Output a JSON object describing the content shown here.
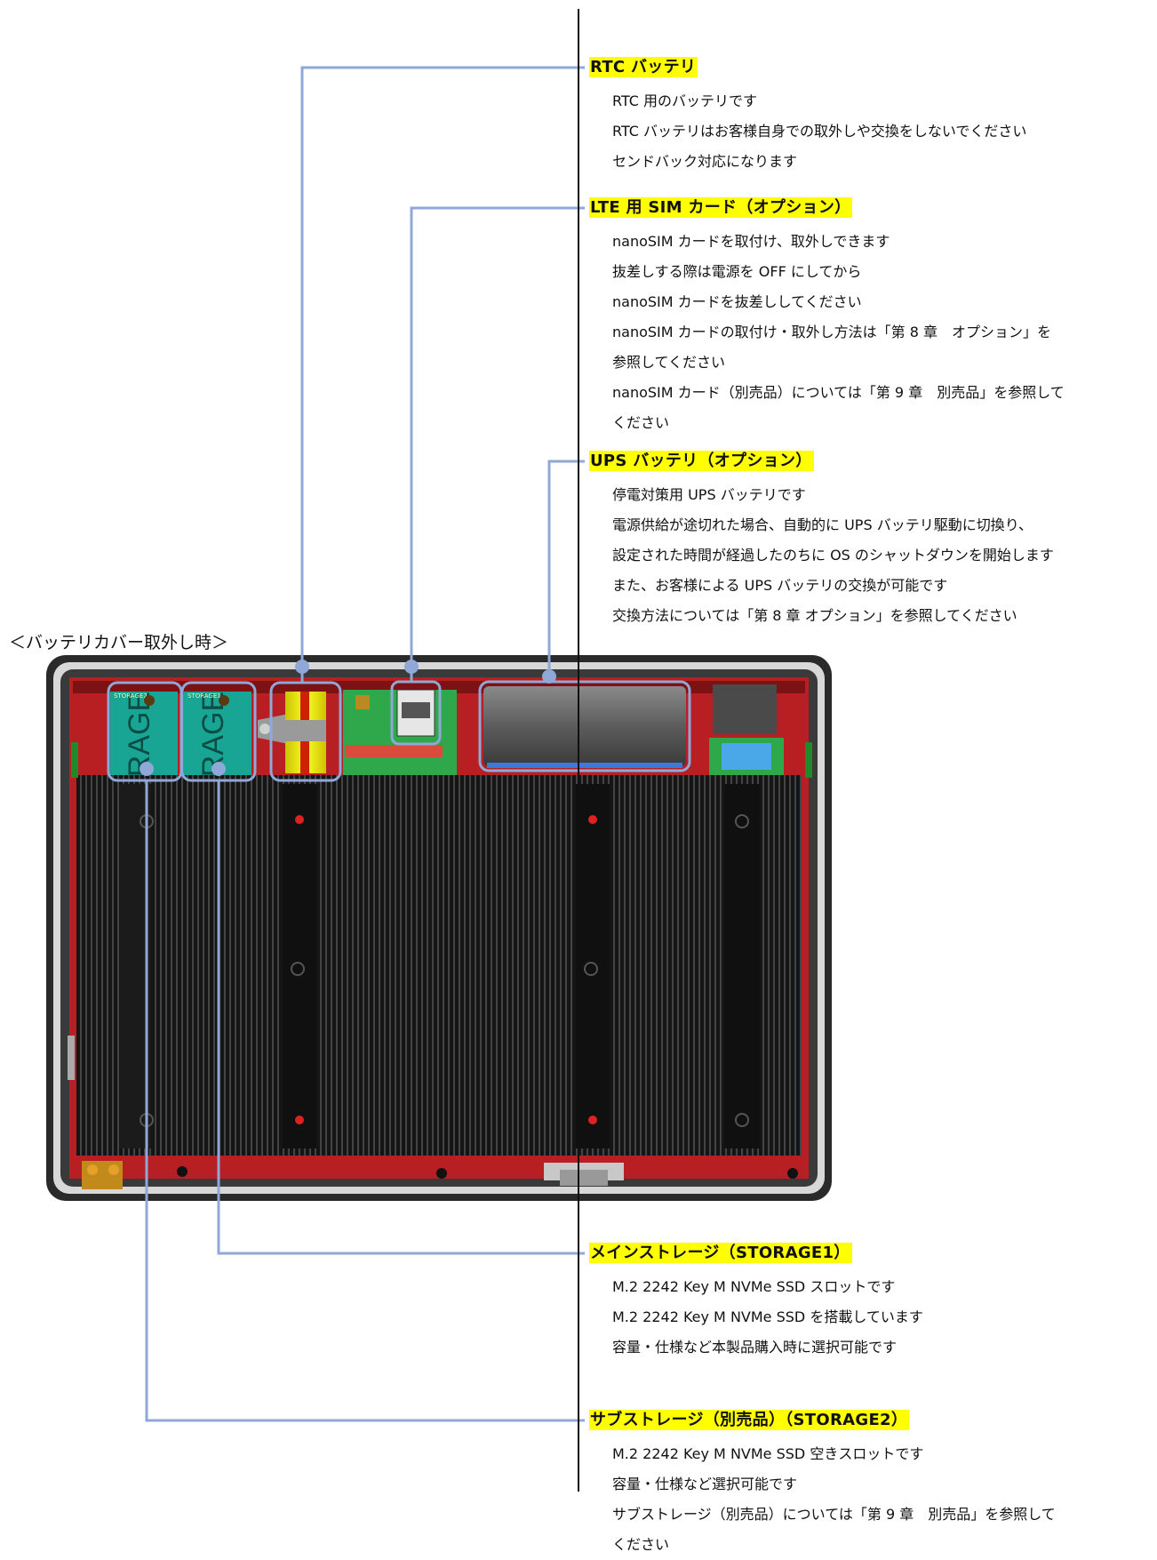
{
  "caption": "＜バッテリカバー取外し時＞",
  "sections": {
    "rtc": {
      "title": "RTC バッテリ",
      "lines": [
        "RTC 用のバッテリです",
        "RTC バッテリはお客様自身での取外しや交換をしないでください",
        "センドバック対応になります"
      ]
    },
    "sim": {
      "title": "LTE 用 SIM カード（オプション）",
      "lines": [
        "nanoSIM カードを取付け、取外しできます",
        "抜差しする際は電源を OFF にしてから",
        "nanoSIM カードを抜差ししてください",
        "nanoSIM カードの取付け・取外し方法は「第 8 章　オプション」を",
        "参照してください",
        "nanoSIM カード（別売品）については「第 9 章　別売品」を参照して",
        "ください"
      ]
    },
    "ups": {
      "title": "UPS バッテリ（オプション）",
      "lines": [
        "停電対策用 UPS バッテリです",
        "電源供給が途切れた場合、自動的に UPS バッテリ駆動に切換り、",
        "設定された時間が経過したのちに OS のシャットダウンを開始します",
        "また、お客様による UPS バッテリの交換が可能です",
        "交換方法については「第 8 章 オプション」を参照してください"
      ]
    },
    "storage1": {
      "title": "メインストレージ（STORAGE1）",
      "lines": [
        "M.2 2242 Key M NVMe SSD スロットです",
        "M.2 2242 Key M NVMe SSD を搭載しています",
        "容量・仕様など本製品購入時に選択可能です"
      ]
    },
    "storage2": {
      "title": "サブストレージ（別売品）（STORAGE2）",
      "lines": [
        "M.2 2242 Key M NVMe SSD 空きスロットです",
        "容量・仕様など選択可能です",
        "サブストレージ（別売品）については「第 9 章　別売品」を参照して",
        "ください"
      ]
    }
  },
  "device": {
    "module_label": "RAGE",
    "pcb_label_storage2": "STORAGE2",
    "pcb_label_storage1": "STORAGE1"
  },
  "colors": {
    "highlight": "#ffff00",
    "leader_line": "#8fa8d8",
    "chassis_red": "#b81f23",
    "heatsink": "#1a1a1a",
    "ssd_module": "#1aa89a"
  }
}
